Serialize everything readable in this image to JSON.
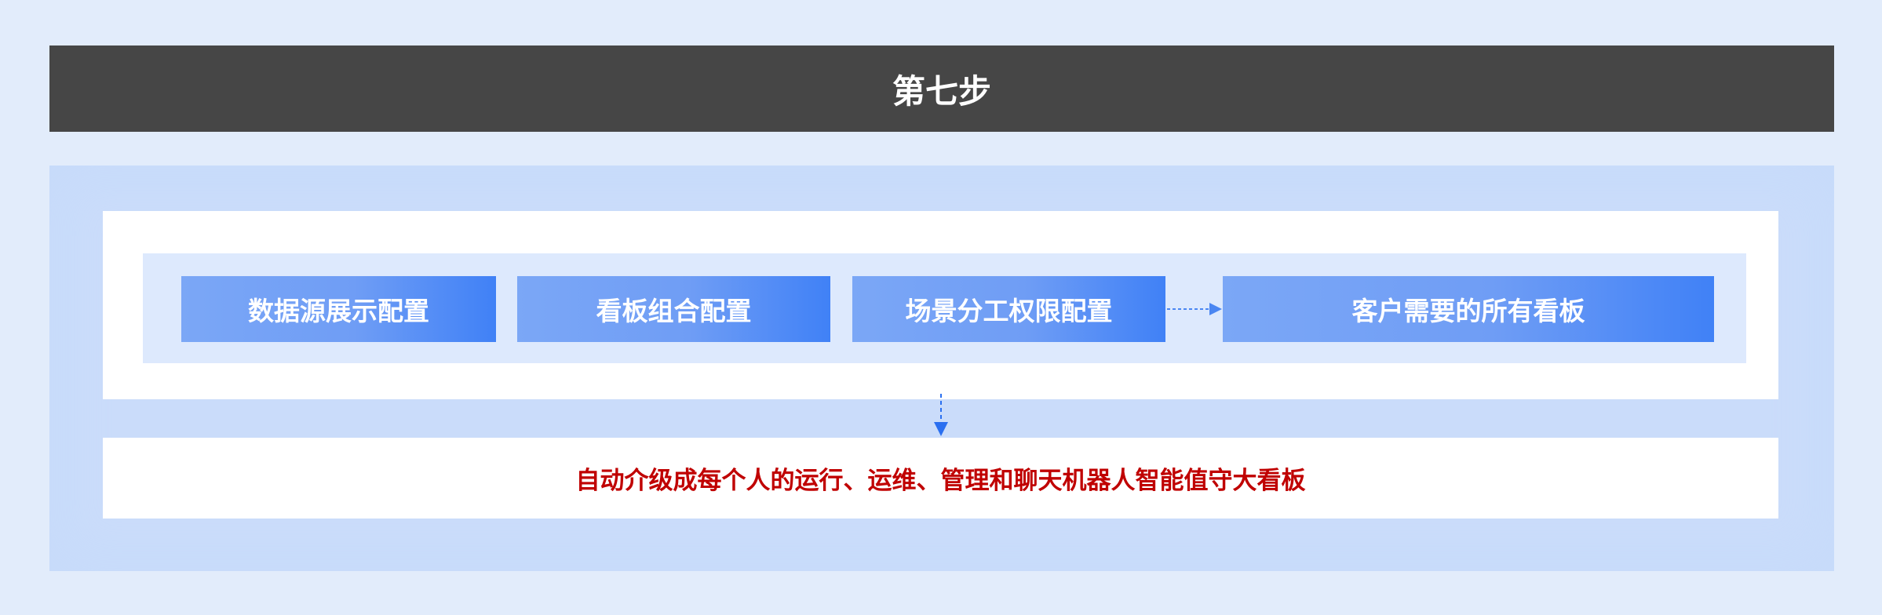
{
  "title": "第七步",
  "steps": [
    "数据源展示配置",
    "看板组合配置",
    "场景分工权限配置"
  ],
  "result_box": "客户需要的所有看板",
  "outcome": "自动介级成每个人的运行、运维、管理和聊天机器人智能值守大看板",
  "colors": {
    "title_bg": "#464646",
    "accent": "#4081f6",
    "outcome_text": "#c00000"
  }
}
